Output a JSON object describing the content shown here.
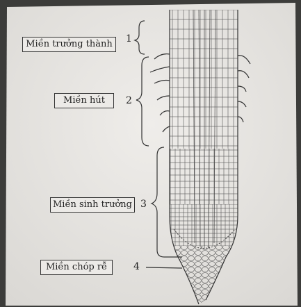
{
  "zones": [
    {
      "id": "mature",
      "name": "Miền trưởng thành",
      "number": "1"
    },
    {
      "id": "absorption",
      "name": "Miền hút",
      "number": "2"
    },
    {
      "id": "growth",
      "name": "Miền sinh trưởng",
      "number": "3"
    },
    {
      "id": "rootcap",
      "name": "Miền chóp rễ",
      "number": "4"
    }
  ],
  "colors": {
    "paper": "#e8e6e2",
    "ink": "#333333",
    "frame": "#3c3c3a"
  }
}
